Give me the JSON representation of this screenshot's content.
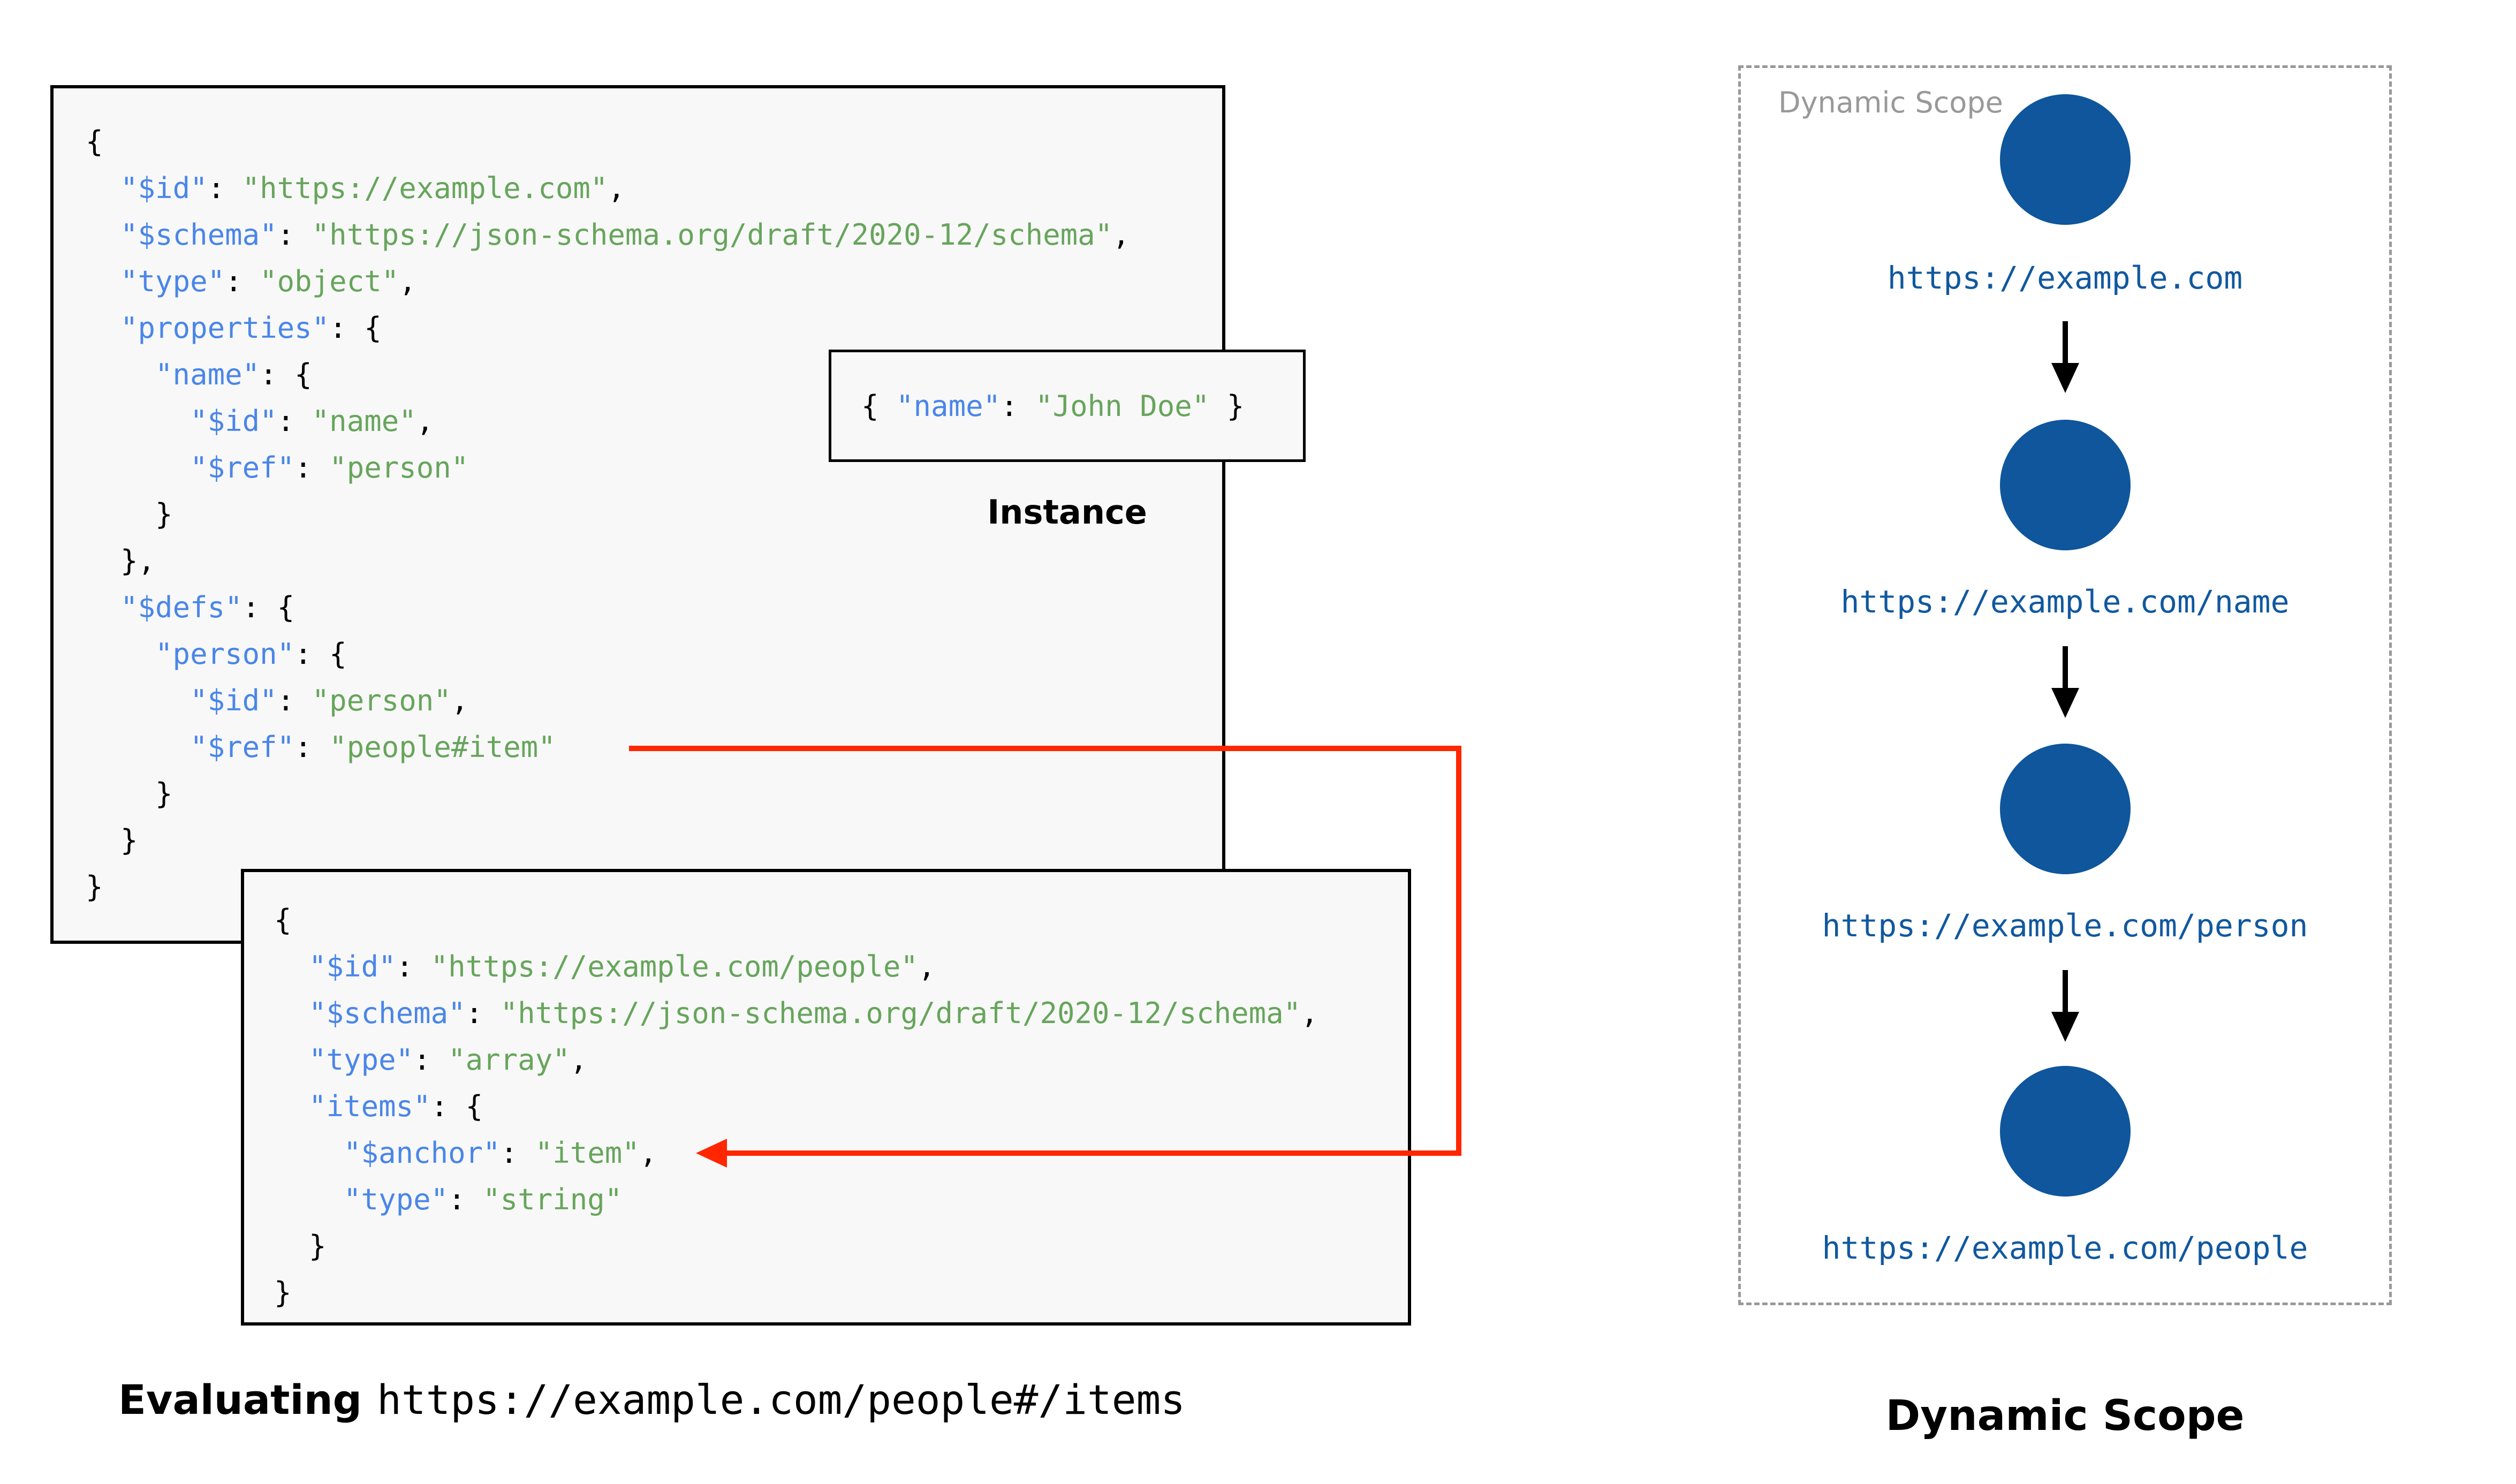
{
  "colors": {
    "key": "#4a86e8",
    "string": "#67a55c",
    "punctuation": "#000000",
    "code_background": "#f8f8f8",
    "red_arrow": "#ff2600",
    "node_fill": "#0f569c",
    "node_label": "#11589f",
    "gray": "#999999"
  },
  "schema1": {
    "lines": [
      [
        {
          "t": "p",
          "v": "{"
        }
      ],
      [
        {
          "t": "p",
          "v": "  "
        },
        {
          "t": "k",
          "v": "\"$id\""
        },
        {
          "t": "p",
          "v": ": "
        },
        {
          "t": "s",
          "v": "\"https://example.com\""
        },
        {
          "t": "p",
          "v": ","
        }
      ],
      [
        {
          "t": "p",
          "v": "  "
        },
        {
          "t": "k",
          "v": "\"$schema\""
        },
        {
          "t": "p",
          "v": ": "
        },
        {
          "t": "s",
          "v": "\"https://json-schema.org/draft/2020-12/schema\""
        },
        {
          "t": "p",
          "v": ","
        }
      ],
      [
        {
          "t": "p",
          "v": "  "
        },
        {
          "t": "k",
          "v": "\"type\""
        },
        {
          "t": "p",
          "v": ": "
        },
        {
          "t": "s",
          "v": "\"object\""
        },
        {
          "t": "p",
          "v": ","
        }
      ],
      [
        {
          "t": "p",
          "v": "  "
        },
        {
          "t": "k",
          "v": "\"properties\""
        },
        {
          "t": "p",
          "v": ": {"
        }
      ],
      [
        {
          "t": "p",
          "v": "    "
        },
        {
          "t": "k",
          "v": "\"name\""
        },
        {
          "t": "p",
          "v": ": {"
        }
      ],
      [
        {
          "t": "p",
          "v": "      "
        },
        {
          "t": "k",
          "v": "\"$id\""
        },
        {
          "t": "p",
          "v": ": "
        },
        {
          "t": "s",
          "v": "\"name\""
        },
        {
          "t": "p",
          "v": ","
        }
      ],
      [
        {
          "t": "p",
          "v": "      "
        },
        {
          "t": "k",
          "v": "\"$ref\""
        },
        {
          "t": "p",
          "v": ": "
        },
        {
          "t": "s",
          "v": "\"person\""
        }
      ],
      [
        {
          "t": "p",
          "v": "    }"
        }
      ],
      [
        {
          "t": "p",
          "v": "  },"
        }
      ],
      [
        {
          "t": "p",
          "v": "  "
        },
        {
          "t": "k",
          "v": "\"$defs\""
        },
        {
          "t": "p",
          "v": ": {"
        }
      ],
      [
        {
          "t": "p",
          "v": "    "
        },
        {
          "t": "k",
          "v": "\"person\""
        },
        {
          "t": "p",
          "v": ": {"
        }
      ],
      [
        {
          "t": "p",
          "v": "      "
        },
        {
          "t": "k",
          "v": "\"$id\""
        },
        {
          "t": "p",
          "v": ": "
        },
        {
          "t": "s",
          "v": "\"person\""
        },
        {
          "t": "p",
          "v": ","
        }
      ],
      [
        {
          "t": "p",
          "v": "      "
        },
        {
          "t": "k",
          "v": "\"$ref\""
        },
        {
          "t": "p",
          "v": ": "
        },
        {
          "t": "s",
          "v": "\"people#item\""
        }
      ],
      [
        {
          "t": "p",
          "v": "    }"
        }
      ],
      [
        {
          "t": "p",
          "v": "  }"
        }
      ],
      [
        {
          "t": "p",
          "v": "}"
        }
      ]
    ]
  },
  "schema2": {
    "lines": [
      [
        {
          "t": "p",
          "v": "{"
        }
      ],
      [
        {
          "t": "p",
          "v": "  "
        },
        {
          "t": "k",
          "v": "\"$id\""
        },
        {
          "t": "p",
          "v": ": "
        },
        {
          "t": "s",
          "v": "\"https://example.com/people\""
        },
        {
          "t": "p",
          "v": ","
        }
      ],
      [
        {
          "t": "p",
          "v": "  "
        },
        {
          "t": "k",
          "v": "\"$schema\""
        },
        {
          "t": "p",
          "v": ": "
        },
        {
          "t": "s",
          "v": "\"https://json-schema.org/draft/2020-12/schema\""
        },
        {
          "t": "p",
          "v": ","
        }
      ],
      [
        {
          "t": "p",
          "v": "  "
        },
        {
          "t": "k",
          "v": "\"type\""
        },
        {
          "t": "p",
          "v": ": "
        },
        {
          "t": "s",
          "v": "\"array\""
        },
        {
          "t": "p",
          "v": ","
        }
      ],
      [
        {
          "t": "p",
          "v": "  "
        },
        {
          "t": "k",
          "v": "\"items\""
        },
        {
          "t": "p",
          "v": ": {"
        }
      ],
      [
        {
          "t": "p",
          "v": "    "
        },
        {
          "t": "k",
          "v": "\"$anchor\""
        },
        {
          "t": "p",
          "v": ": "
        },
        {
          "t": "s",
          "v": "\"item\""
        },
        {
          "t": "p",
          "v": ","
        }
      ],
      [
        {
          "t": "p",
          "v": "    "
        },
        {
          "t": "k",
          "v": "\"type\""
        },
        {
          "t": "p",
          "v": ": "
        },
        {
          "t": "s",
          "v": "\"string\""
        }
      ],
      [
        {
          "t": "p",
          "v": "  }"
        }
      ],
      [
        {
          "t": "p",
          "v": "}"
        }
      ]
    ]
  },
  "instance": {
    "tokens": [
      [
        {
          "t": "p",
          "v": "{ "
        },
        {
          "t": "k",
          "v": "\"name\""
        },
        {
          "t": "p",
          "v": ": "
        },
        {
          "t": "s",
          "v": "\"John Doe\""
        },
        {
          "t": "p",
          "v": " }"
        }
      ]
    ],
    "label": "Instance"
  },
  "evaluating": {
    "prefix": "Evaluating",
    "uri": "https://example.com/people#/items"
  },
  "dynamic_scope": {
    "panel_label": "Dynamic Scope",
    "caption": "Dynamic Scope",
    "nodes": [
      {
        "label": "https://example.com"
      },
      {
        "label": "https://example.com/name"
      },
      {
        "label": "https://example.com/person"
      },
      {
        "label": "https://example.com/people"
      }
    ]
  }
}
